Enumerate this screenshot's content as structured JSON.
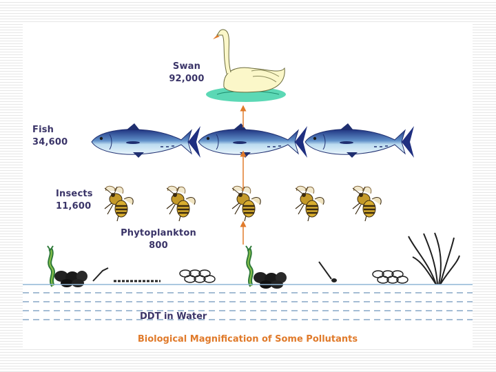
{
  "levels": {
    "swan": {
      "name": "Swan",
      "value": "92,000"
    },
    "fish": {
      "name": "Fish",
      "value": "34,600"
    },
    "insects": {
      "name": "Insects",
      "value": "11,600"
    },
    "phytoplankton": {
      "name": "Phytoplankton",
      "value": "800"
    }
  },
  "water_label": "DDT in Water",
  "caption": "Biological Magnification of Some Pollutants",
  "colors": {
    "text": "#3a3468",
    "caption": "#e07a2a",
    "arrow": "#e07a2a",
    "fish_body": "#9ec8e6",
    "fish_back": "#2b3f8a",
    "water_line": "#8fb6d6"
  }
}
